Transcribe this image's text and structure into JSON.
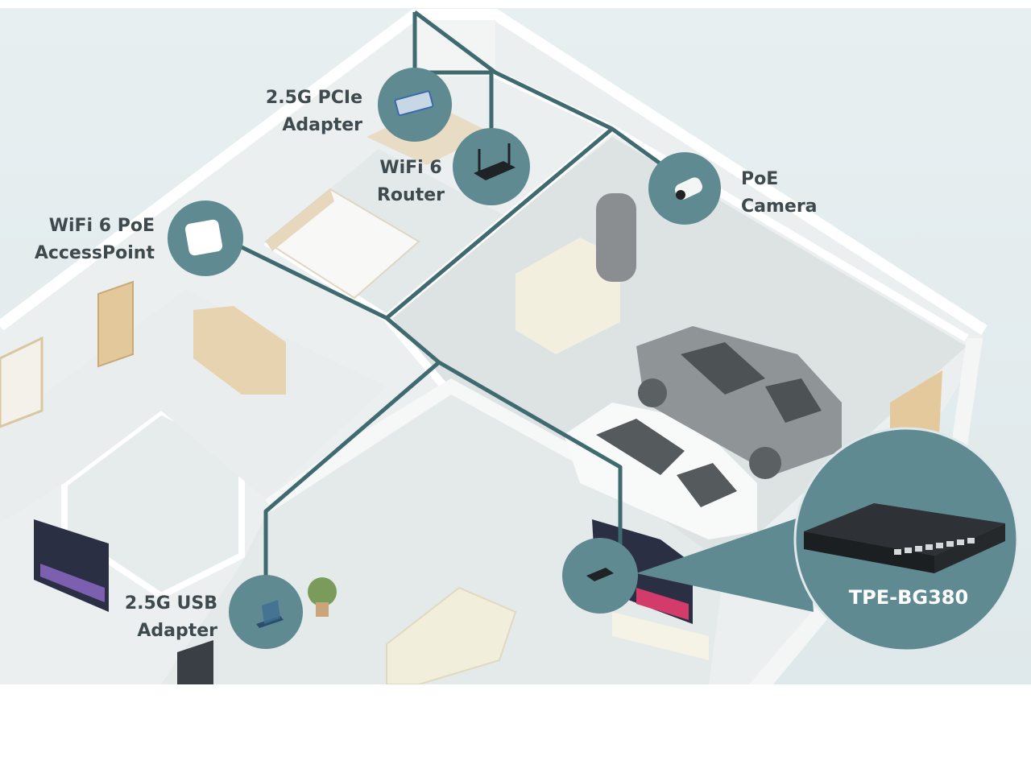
{
  "devices": {
    "pcie_adapter": {
      "line1": "2.5G PCIe",
      "line2": "Adapter",
      "icon": "pcie-card-icon"
    },
    "wifi_router": {
      "line1": "WiFi 6",
      "line2": "Router",
      "icon": "router-icon"
    },
    "poe_camera": {
      "line1": "PoE",
      "line2": "Camera",
      "icon": "camera-icon"
    },
    "access_point": {
      "line1": "WiFi 6 PoE",
      "line2": "AccessPoint",
      "icon": "access-point-icon"
    },
    "usb_adapter": {
      "line1": "2.5G USB",
      "line2": "Adapter",
      "icon": "usb-adapter-icon"
    },
    "switch": {
      "model": "TPE-BG380",
      "icon": "switch-icon"
    }
  },
  "colors": {
    "cable": "#3e6a70",
    "bubble": "#5f8a91",
    "label_text": "#3f4a4e",
    "floor": "#e8eded",
    "wall": "#f7f9f9"
  }
}
